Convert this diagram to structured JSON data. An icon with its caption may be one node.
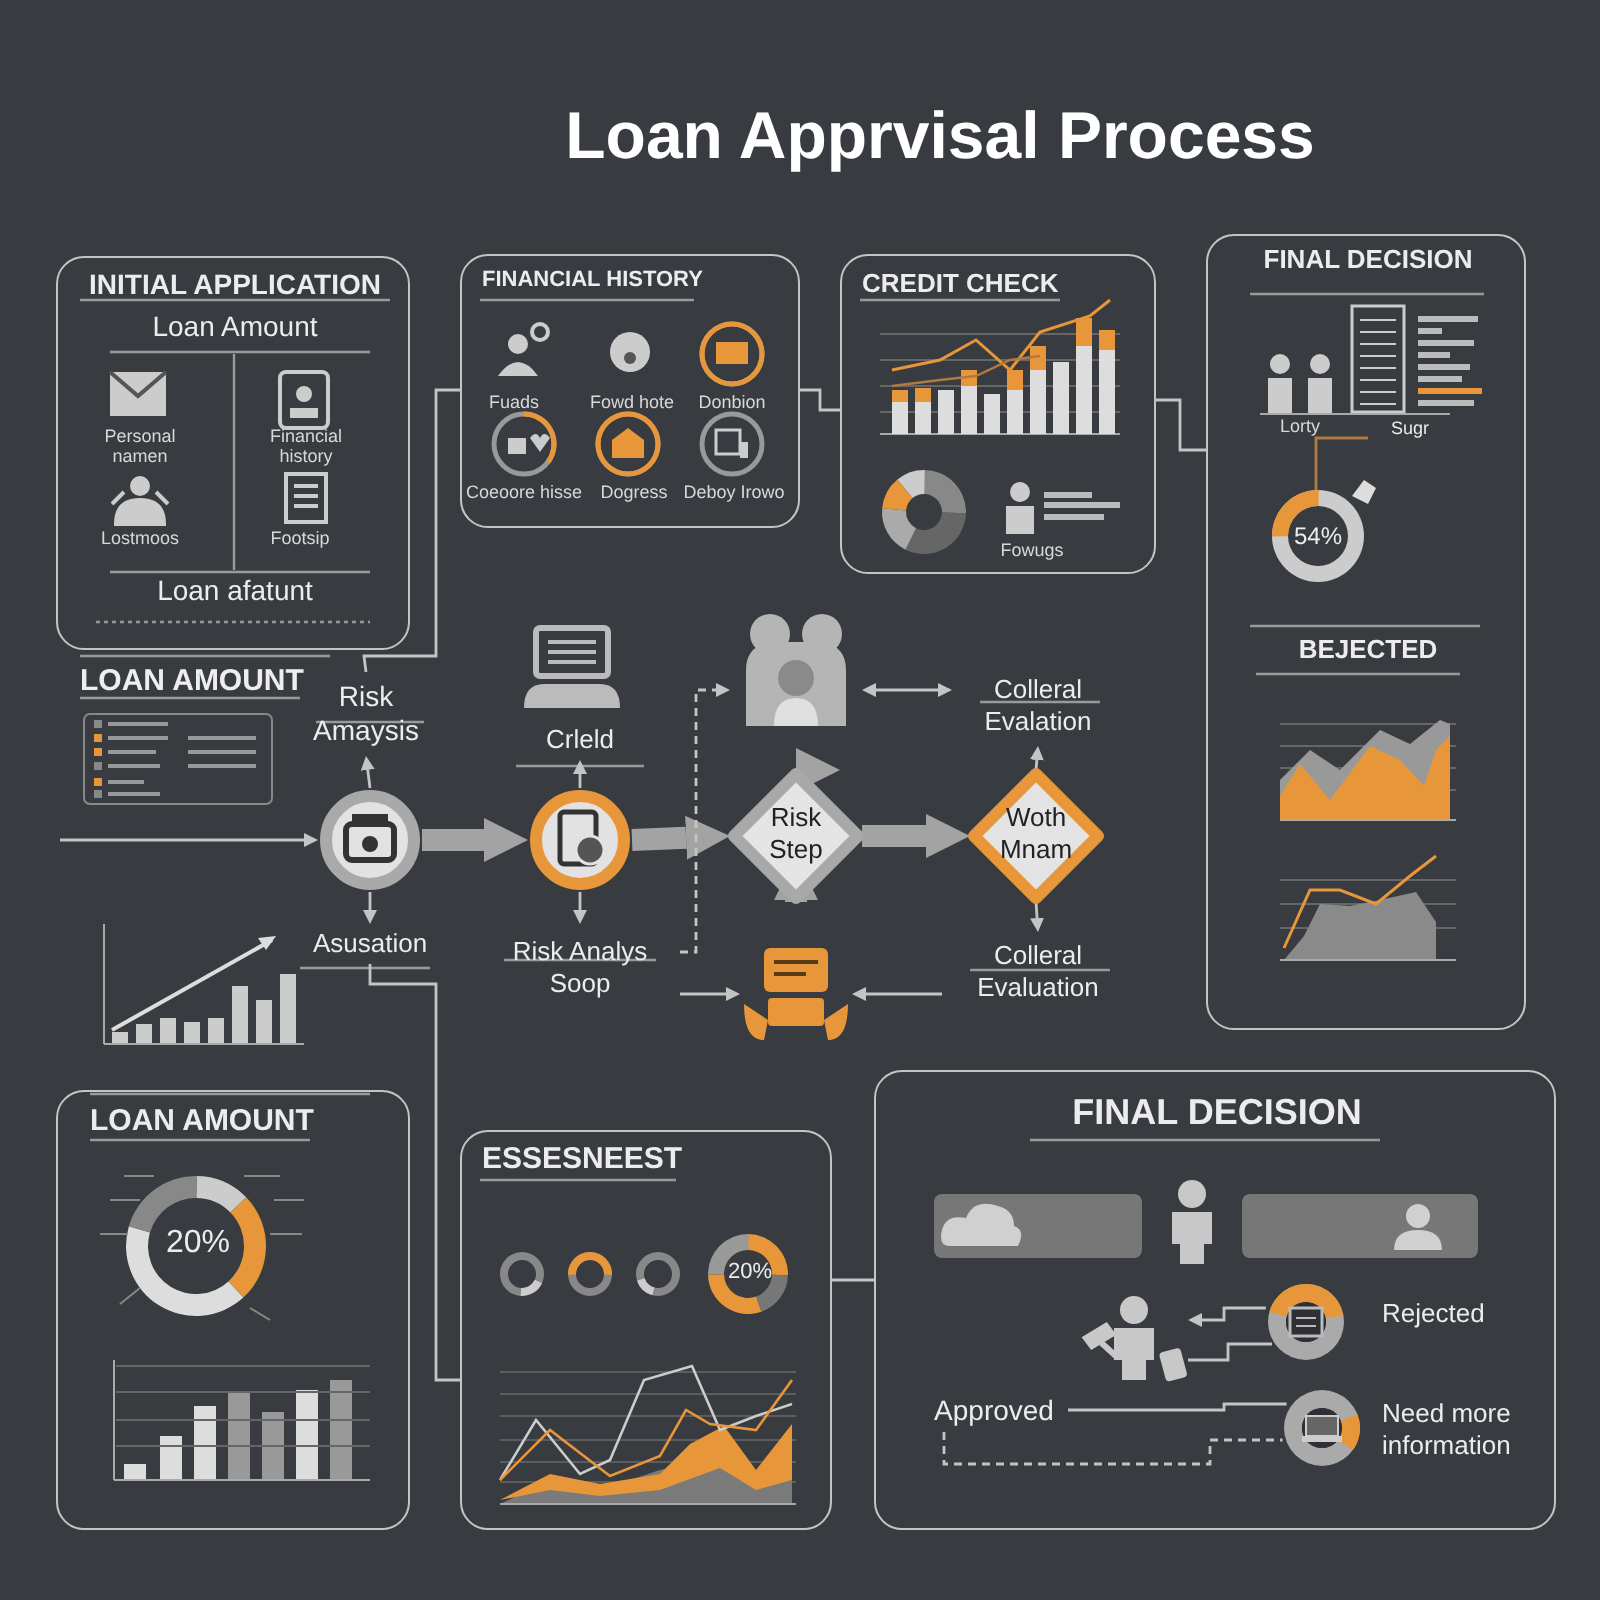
{
  "diagram": {
    "title": "Loan Apprvisal Process",
    "nodes": [
      {
        "text": [
          "INITIAL APPLICATION",
          "Loan Amount",
          "Loan afatunt"
        ]
      },
      {
        "text": [
          "FINANCIAL HISTORY"
        ]
      },
      {
        "text": [
          "CREDIT CHECK"
        ]
      },
      {
        "text": [
          "FINAL DECISION",
          "BEJECTED"
        ]
      },
      {
        "text": [
          "Risk Amaysis"
        ]
      },
      {
        "text": [],
        "shape": "circle"
      },
      {
        "text": [
          "Asusation"
        ]
      },
      {
        "text": [
          "Crleld"
        ]
      },
      {
        "text": [],
        "shape": "circle"
      },
      {
        "text": [
          "Risk Analys",
          "Soop"
        ]
      },
      {
        "text": [],
        "shape": "picture"
      },
      {
        "text": [
          "Risk Step"
        ]
      },
      {
        "text": [],
        "shape": "picture"
      },
      {
        "text": [
          "Woth Mnam"
        ]
      },
      {
        "text": [
          "Colleral Evalation"
        ]
      },
      {
        "text": [
          "Colleral Evaluation"
        ]
      },
      {
        "text": [
          "LOAN AMOUNT",
          "20%"
        ]
      },
      {
        "text": [
          "ESSESNEEST",
          "20%"
        ]
      },
      {
        "text": [
          "FINAL DECISION"
        ]
      },
      {
        "text": [],
        "shape": "bar",
        "in": 18
      },
      {
        "text": [],
        "shape": "person",
        "in": 18
      },
      {
        "text": [],
        "shape": "bar",
        "in": 18
      },
      {
        "text": [],
        "shape": "person",
        "in": 18
      },
      {
        "text": [],
        "shape": "circle",
        "beside": [
          "Rejected"
        ],
        "in": 18
      },
      {
        "text": [],
        "shape": "circle",
        "beside": [
          "Need more information"
        ],
        "in": 18
      },
      {
        "text": [
          "Approved"
        ],
        "in": 18
      },
      {
        "text": [
          "Sugr"
        ],
        "in": 3
      },
      {
        "text": [
          "54%"
        ],
        "in": 3
      }
    ],
    "edges": [
      {
        "from": 1,
        "to": 4,
        "arrow": "none"
      },
      {
        "from": 1,
        "to": 2,
        "arrow": "none"
      },
      {
        "from": 2,
        "to": 3,
        "arrow": "none"
      },
      {
        "from": null,
        "to": 5,
        "arrow": "to"
      },
      {
        "from": 5,
        "to": 4,
        "arrow": "to"
      },
      {
        "from": 5,
        "to": 6,
        "arrow": "to"
      },
      {
        "from": 5,
        "to": 8,
        "arrow": "to",
        "style": "thick"
      },
      {
        "from": 8,
        "to": 7,
        "arrow": "to"
      },
      {
        "from": 8,
        "to": 9,
        "arrow": "to"
      },
      {
        "from": 8,
        "to": 11,
        "arrow": "to",
        "style": "thick"
      },
      {
        "from": 11,
        "to": 10,
        "arrow": "to",
        "style": "thick"
      },
      {
        "from": 11,
        "to": 12,
        "arrow": "to",
        "style": "thick"
      },
      {
        "from": 11,
        "to": 13,
        "arrow": "to",
        "style": "thick"
      },
      {
        "from": 13,
        "to": 14,
        "arrow": "to"
      },
      {
        "from": 13,
        "to": 15,
        "arrow": "to"
      },
      {
        "from": 9,
        "to": 12,
        "arrow": "to"
      },
      {
        "from": 9,
        "to": 10,
        "arrow": "to",
        "style": "dashed"
      },
      {
        "from": 10,
        "to": 14,
        "arrow": "both"
      },
      {
        "from": 15,
        "to": 12,
        "arrow": "to"
      },
      {
        "from": 6,
        "to": 17,
        "arrow": "none"
      },
      {
        "from": 17,
        "to": 18,
        "arrow": "none"
      },
      {
        "from": 23,
        "to": 22,
        "arrow": "to"
      },
      {
        "from": 22,
        "to": 23,
        "arrow": "none"
      },
      {
        "from": 25,
        "to": 24,
        "arrow": "none"
      },
      {
        "from": 25,
        "to": 24,
        "arrow": "none",
        "style": "dashed"
      },
      {
        "from": 26,
        "to": 27,
        "arrow": "none",
        "color": "#b07a40"
      }
    ],
    "labels": [
      "Personal namen",
      "Financial history",
      "Lostmoos",
      "Footsip",
      "Fuads",
      "Fowd hote",
      "Donbion",
      "Coeoore hisse",
      "Dogress",
      "Deboy Irowo",
      "Fowugs",
      "Lorty",
      "LOAN AMOUNT"
    ]
  }
}
